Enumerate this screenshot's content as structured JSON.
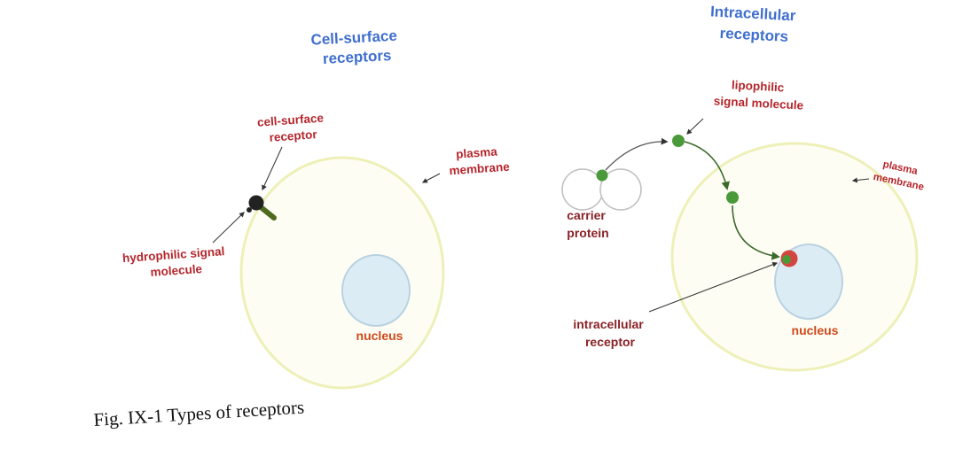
{
  "left_panel": {
    "heading": [
      "Cell-surface",
      "receptors"
    ],
    "receptor_label": [
      "cell-surface",
      "receptor"
    ],
    "membrane_label": [
      "plasma",
      "membrane"
    ],
    "signal_label": [
      "hydrophilic signal",
      "molecule"
    ],
    "nucleus_label": "nucleus"
  },
  "right_panel": {
    "heading": [
      "Intracellular",
      "receptors"
    ],
    "signal_label": [
      "lipophilic",
      "signal molecule"
    ],
    "carrier_label": [
      "carrier",
      "protein"
    ],
    "membrane_label": [
      "plasma",
      "membrane"
    ],
    "receptor_label": [
      "intracellular",
      "receptor"
    ],
    "nucleus_label": "nucleus"
  },
  "caption": "Fig. IX-1 Types of receptors",
  "colors": {
    "heading": "#3f6fcf",
    "label": "#b5262c",
    "membrane": "#eef0b8",
    "nucleus_fill": "#dcecf4",
    "nucleus_stroke": "#b8d2e2",
    "signal_molecule": "#4a9a3a",
    "receptor_dark": "#222222",
    "receptor_stem": "#4f6a1f",
    "intracellular_receptor": "#d4453f"
  }
}
